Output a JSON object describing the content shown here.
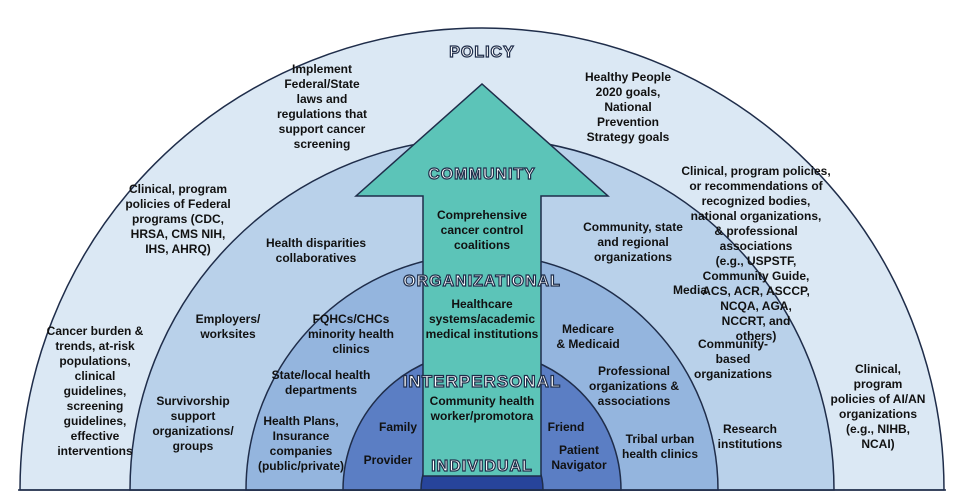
{
  "levels": {
    "policy": "POLICY",
    "community": "COMMUNITY",
    "organizational": "ORGANIZATIONAL",
    "interpersonal": "INTERPERSONAL",
    "individual": "INDIVIDUAL"
  },
  "colors": {
    "policy_ring": "#dbe8f4",
    "community_ring": "#b9d1ea",
    "organizational_ring": "#94b5de",
    "interpersonal_ring": "#5b7ec4",
    "individual_core": "#27449b",
    "arrow": "#5cc4b8",
    "outline": "#1f2d4a"
  },
  "policy_items": {
    "implement_laws": "Implement\nFederal/State\nlaws and\nregulations that\nsupport cancer\nscreening",
    "healthy_people": "Healthy People\n2020 goals,\nNational\nPrevention\nStrategy goals",
    "federal_programs": "Clinical, program\npolicies of Federal\nprograms (CDC,\nHRSA, CMS NIH,\nIHS, AHRQ)",
    "recognized_bodies": "Clinical, program policies,\nor recommendations of\nrecognized bodies,\nnational organizations,\n& professional\nassociations\n(e.g., USPSTF,\nCommunity Guide,\nACS, ACR, ASCCP,\nNCQA, AGA,\nNCCRT, and\nothers)",
    "cancer_burden": "Cancer burden &\ntrends, at-risk\npopulations,\nclinical\nguidelines,\nscreening\nguidelines,\neffective\ninterventions",
    "ai_an": "Clinical,\nprogram\npolicies of AI/AN\norganizations\n(e.g., NIHB,\nNCAI)"
  },
  "community_items": {
    "coalitions": "Comprehensive\ncancer  control\ncoalitions",
    "health_disparities": "Health disparities\ncollaboratives",
    "regional_orgs": "Community, state\nand regional\norganizations",
    "employers": "Employers/\nworksites",
    "media": "Media",
    "survivorship": "Survivorship\nsupport\norganizations/\ngroups",
    "community_based": "Community-\nbased\norganizations",
    "research": "Research\ninstitutions"
  },
  "organizational_items": {
    "fqhcs": "FQHCs/CHCs\nminority health\nclinics",
    "healthcare_systems": "Healthcare\nsystems/academic\nmedical institutions",
    "medicare": "Medicare\n& Medicaid",
    "state_local": "State/local health\ndepartments",
    "professional_orgs": "Professional\norganizations &\nassociations",
    "health_plans": "Health Plans,\nInsurance\ncompanies\n(public/private)",
    "tribal": "Tribal urban\nhealth clinics"
  },
  "interpersonal_items": {
    "chw": "Community health\nworker/promotora",
    "family": "Family",
    "friend": "Friend",
    "provider": "Provider",
    "navigator": "Patient\nNavigator"
  }
}
